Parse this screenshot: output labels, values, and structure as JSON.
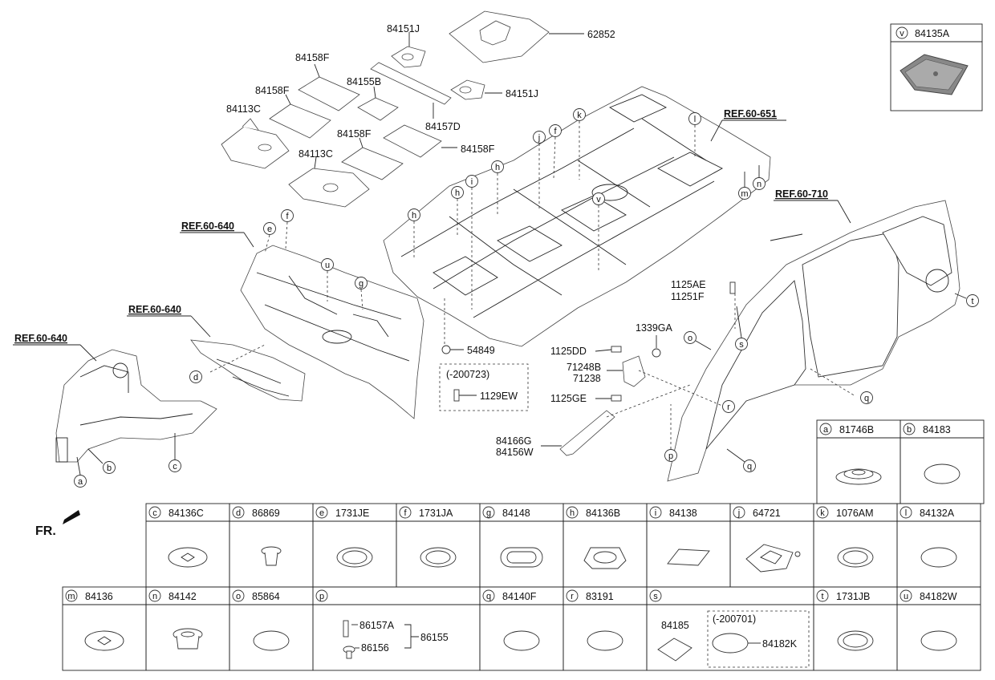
{
  "callouts": {
    "p62852": "62852",
    "p84151J_a": "84151J",
    "p84151J_b": "84151J",
    "p84158F_a": "84158F",
    "p84158F_b": "84158F",
    "p84158F_c": "84158F",
    "p84158F_d": "84158F",
    "p84155B": "84155B",
    "p84113C_a": "84113C",
    "p84113C_b": "84113C",
    "p84157D": "84157D",
    "ref651": "REF.60-651",
    "ref710": "REF.60-710",
    "ref640_a": "REF.60-640",
    "ref640_b": "REF.60-640",
    "ref640_c": "REF.60-640",
    "p1125AE": "1125AE",
    "p11251F": "11251F",
    "p1339GA": "1339GA",
    "p1125DD": "1125DD",
    "p71248B": "71248B",
    "p71238": "71238",
    "p1125GE": "1125GE",
    "p84166G": "84166G",
    "p84156W": "84156W",
    "p54849": "54849",
    "p200723": "(-200723)",
    "p1129EW": "1129EW",
    "fr": "FR."
  },
  "letters": {
    "a": "a",
    "b": "b",
    "c": "c",
    "d": "d",
    "e": "e",
    "f": "f",
    "g": "g",
    "h": "h",
    "i": "i",
    "j": "j",
    "k": "k",
    "l": "l",
    "m": "m",
    "n": "n",
    "o": "o",
    "p": "p",
    "q": "q",
    "r": "r",
    "s": "s",
    "t": "t",
    "u": "u",
    "v": "v"
  },
  "inset_v": {
    "letter": "v",
    "part": "84135A"
  },
  "table": {
    "row1": [
      {
        "letter": "a",
        "part": "81746B"
      },
      {
        "letter": "b",
        "part": "84183"
      }
    ],
    "row2": [
      {
        "letter": "c",
        "part": "84136C"
      },
      {
        "letter": "d",
        "part": "86869"
      },
      {
        "letter": "e",
        "part": "1731JE"
      },
      {
        "letter": "f",
        "part": "1731JA"
      },
      {
        "letter": "g",
        "part": "84148"
      },
      {
        "letter": "h",
        "part": "84136B"
      },
      {
        "letter": "i",
        "part": "84138"
      },
      {
        "letter": "j",
        "part": "64721"
      },
      {
        "letter": "k",
        "part": "1076AM"
      },
      {
        "letter": "l",
        "part": "84132A"
      }
    ],
    "row3": [
      {
        "letter": "m",
        "part": "84136"
      },
      {
        "letter": "n",
        "part": "84142"
      },
      {
        "letter": "o",
        "part": "85864"
      },
      {
        "letter": "p",
        "part": ""
      },
      {
        "letter": "q",
        "part": "84140F"
      },
      {
        "letter": "r",
        "part": "83191"
      },
      {
        "letter": "s",
        "part": ""
      },
      {
        "letter": "t",
        "part": "1731JB"
      },
      {
        "letter": "u",
        "part": "84182W"
      }
    ],
    "p_detail": {
      "a": "86157A",
      "b": "86156",
      "group": "86155"
    },
    "s_detail": {
      "a": "84185",
      "date": "(-200701)",
      "b": "84182K"
    }
  }
}
